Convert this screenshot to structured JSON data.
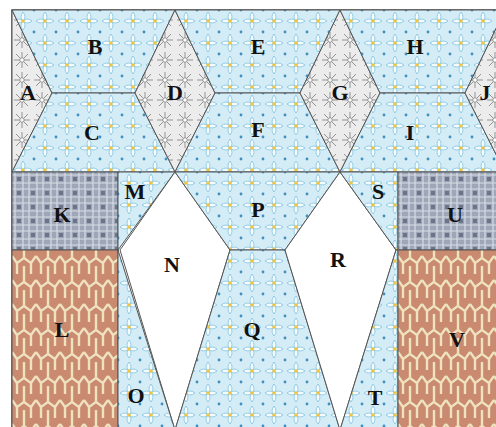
{
  "diagram": {
    "nodes": [
      {
        "text": [
          "A"
        ]
      },
      {
        "text": [
          "B"
        ]
      },
      {
        "text": [
          "C"
        ]
      },
      {
        "text": [
          "D"
        ]
      },
      {
        "text": [
          "E"
        ]
      },
      {
        "text": [
          "F"
        ]
      },
      {
        "text": [
          "G"
        ]
      },
      {
        "text": [
          "H"
        ]
      },
      {
        "text": [
          "I"
        ]
      },
      {
        "text": [
          "J"
        ]
      },
      {
        "text": [
          "K"
        ]
      },
      {
        "text": [
          "L"
        ]
      },
      {
        "text": [
          "M"
        ]
      },
      {
        "text": [
          "N"
        ]
      },
      {
        "text": [
          "O"
        ]
      },
      {
        "text": [
          "P"
        ]
      },
      {
        "text": [
          "Q"
        ]
      },
      {
        "text": [
          "R"
        ]
      },
      {
        "text": [
          "S"
        ]
      },
      {
        "text": [
          "T"
        ]
      },
      {
        "text": [
          "U"
        ]
      },
      {
        "text": [
          "V"
        ]
      }
    ]
  }
}
